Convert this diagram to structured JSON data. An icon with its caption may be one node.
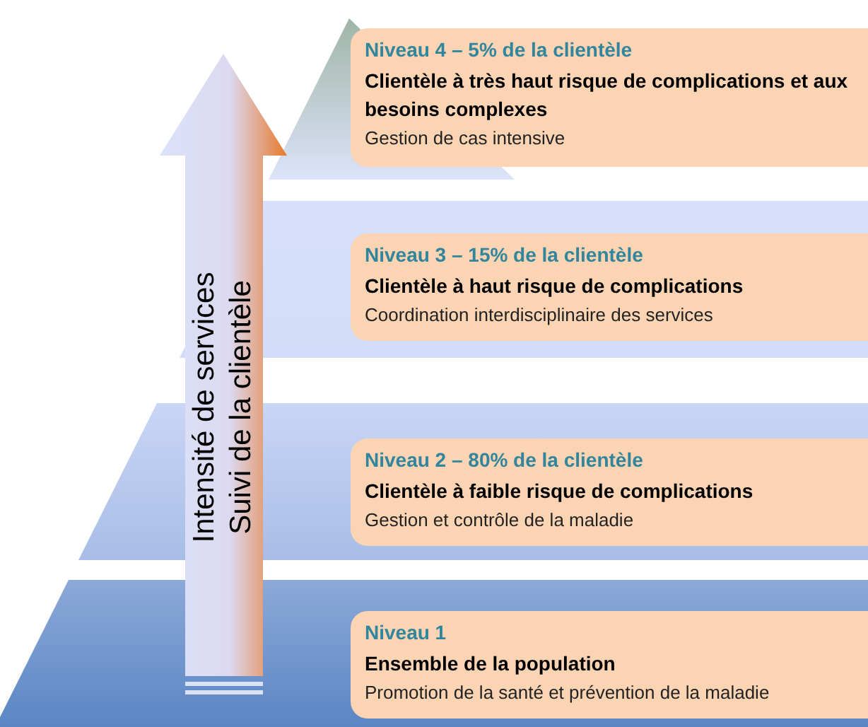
{
  "diagram": {
    "nodes": [
      {
        "text": [
          "Intensité de services",
          "Suivi de la clientèle"
        ]
      },
      {
        "text": [
          "Niveau 4 – 5% de la clientèle",
          "Clientèle à très haut risque de complications et aux besoins complexes",
          "Gestion de cas intensive"
        ]
      },
      {
        "text": [
          "Niveau 3 – 15% de la clientèle",
          "Clientèle à haut risque de complications",
          "Coordination interdisciplinaire des services"
        ]
      },
      {
        "text": [
          "Niveau 2 – 80% de la clientèle",
          "Clientèle à faible risque de complications",
          "Gestion et contrôle de la maladie"
        ]
      },
      {
        "text": [
          "Niveau 1",
          "Ensemble de la population",
          "Promotion de la santé et prévention de la maladie"
        ]
      }
    ]
  }
}
